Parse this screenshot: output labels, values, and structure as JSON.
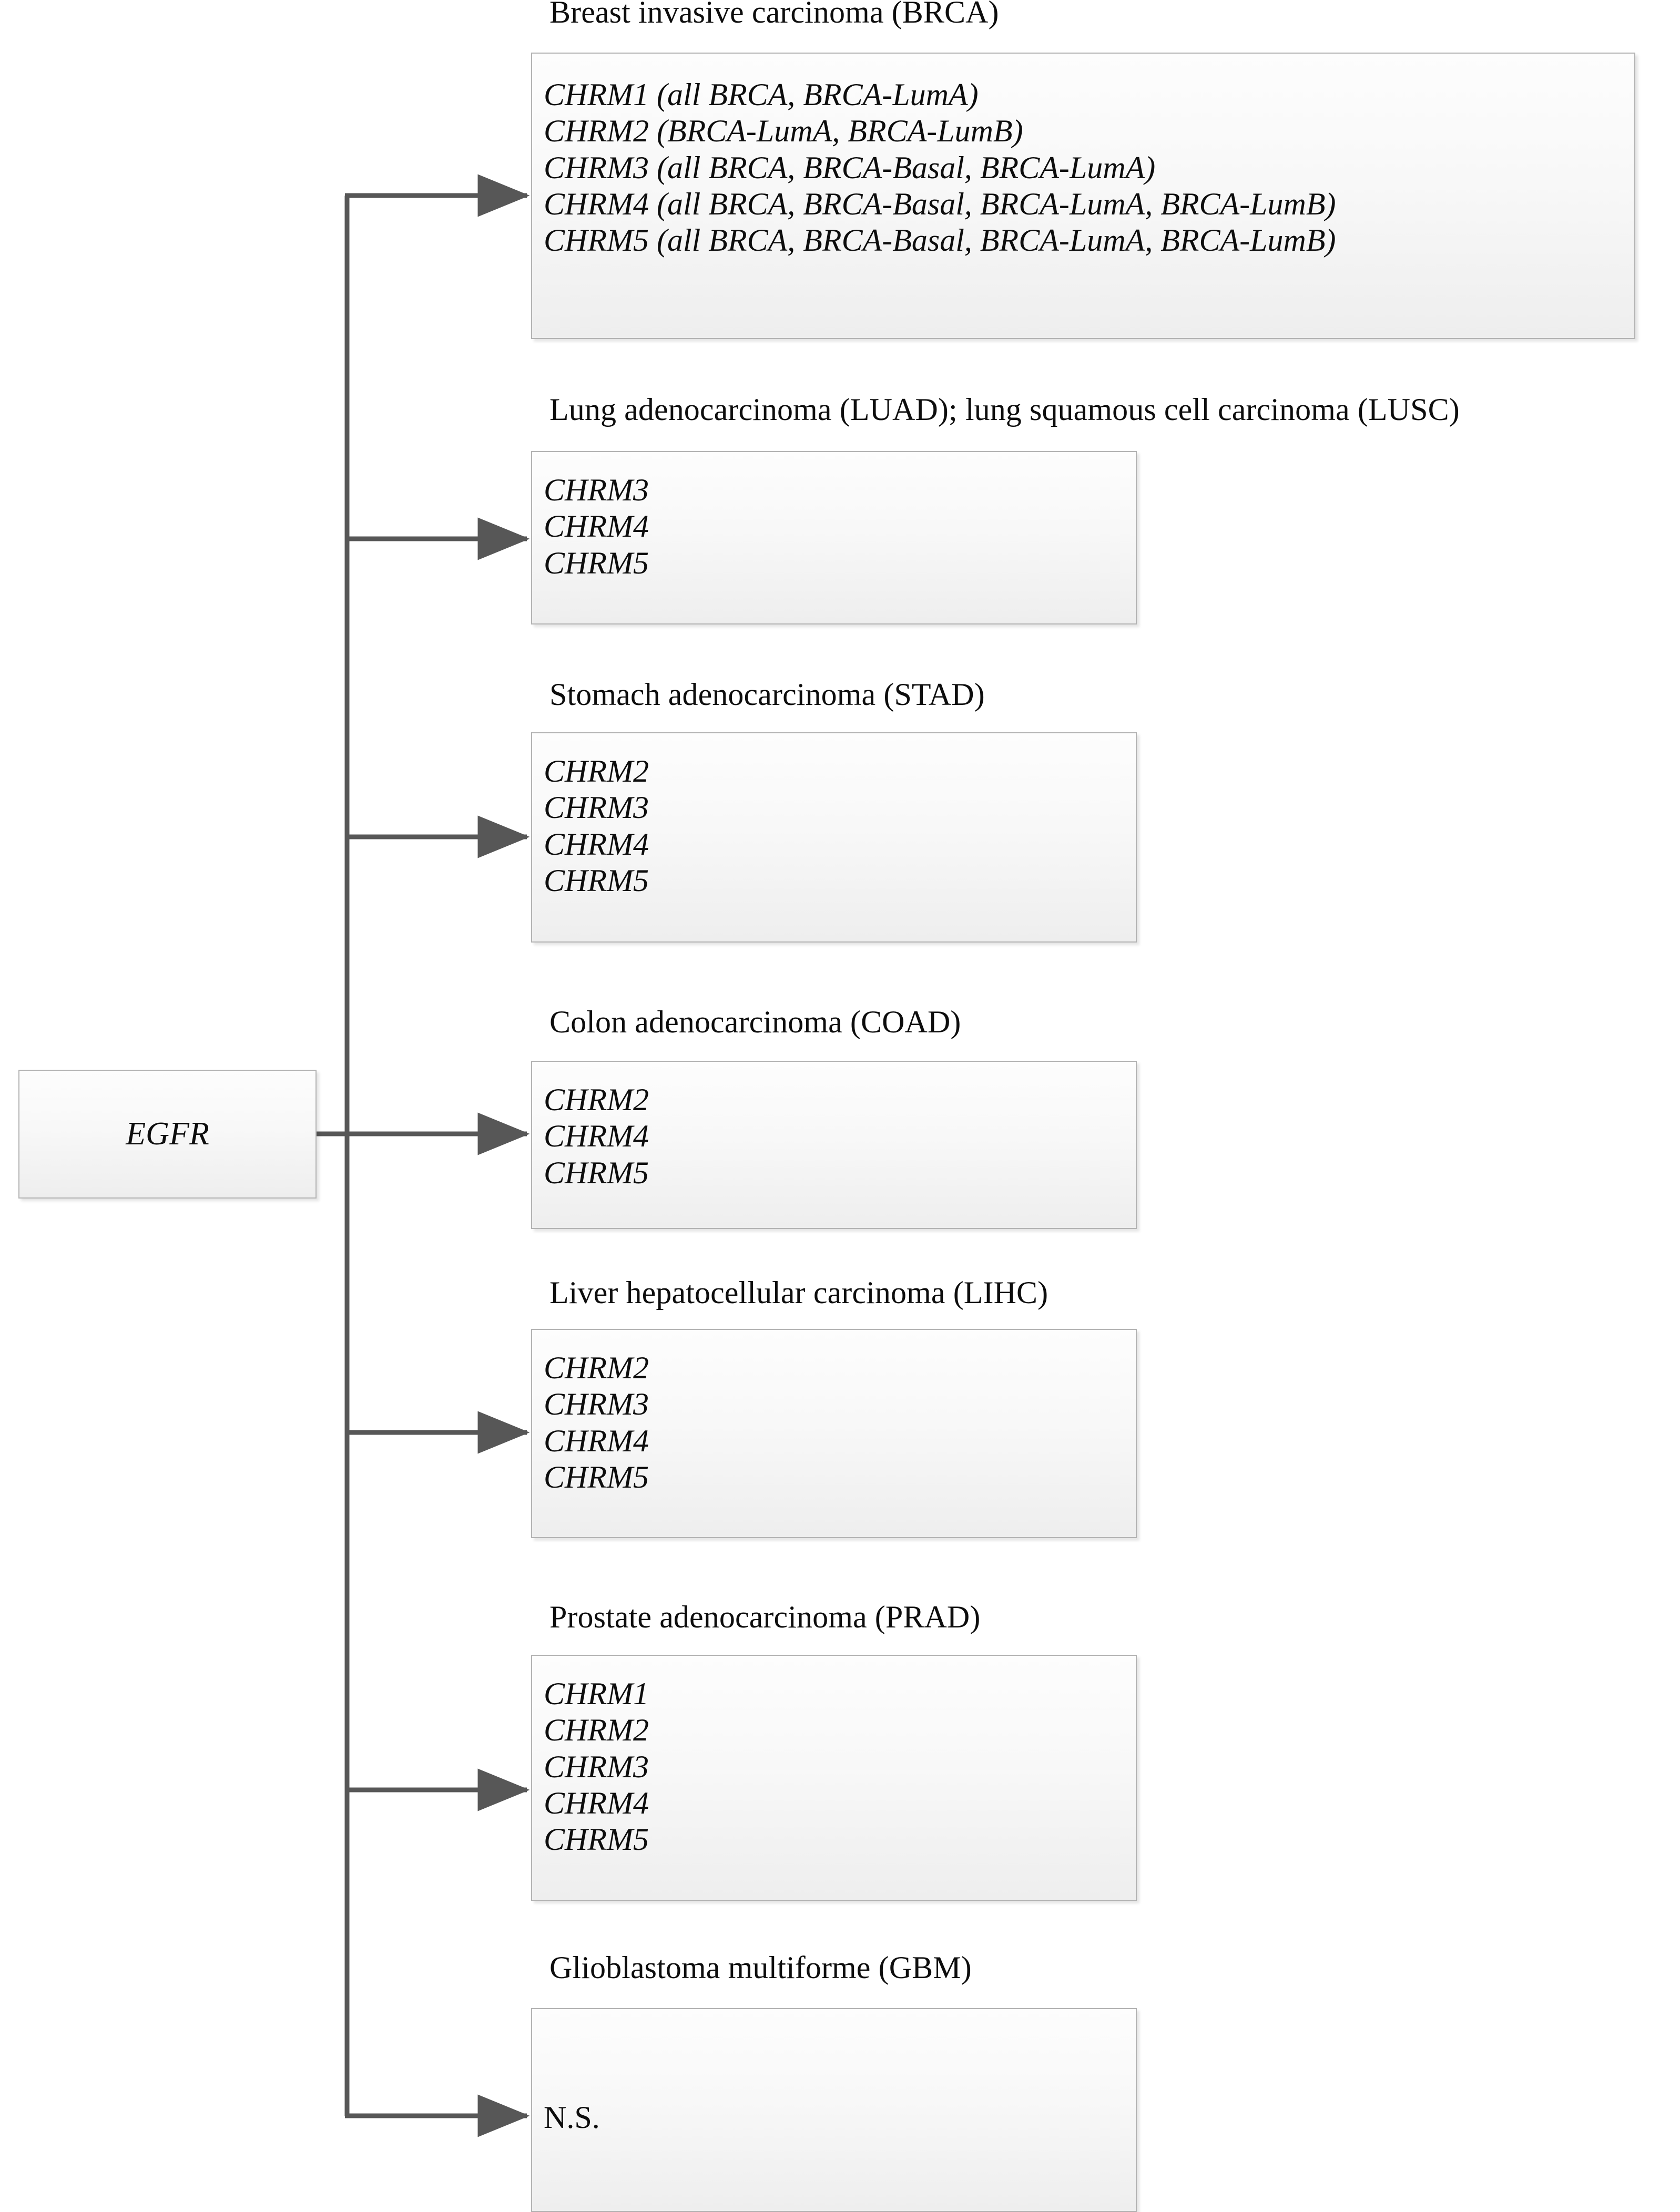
{
  "source_node": {
    "label": "EGFR"
  },
  "branches": [
    {
      "id": "brca",
      "header": "Breast invasive carcinoma (BRCA)",
      "genes": [
        "CHRM1 (all BRCA, BRCA-LumA)",
        "CHRM2 (BRCA-LumA, BRCA-LumB)",
        "CHRM3 (all BRCA, BRCA-Basal, BRCA-LumA)",
        "CHRM4 (all BRCA, BRCA-Basal, BRCA-LumA, BRCA-LumB)",
        "CHRM5 (all BRCA, BRCA-Basal, BRCA-LumA, BRCA-LumB)"
      ]
    },
    {
      "id": "luad-lusc",
      "header": "Lung adenocarcinoma (LUAD); lung squamous cell carcinoma (LUSC)",
      "genes": [
        "CHRM3",
        "CHRM4",
        "CHRM5"
      ]
    },
    {
      "id": "stad",
      "header": "Stomach adenocarcinoma (STAD)",
      "genes": [
        "CHRM2",
        "CHRM3",
        "CHRM4",
        "CHRM5"
      ]
    },
    {
      "id": "coad",
      "header": "Colon adenocarcinoma (COAD)",
      "genes": [
        "CHRM2",
        "CHRM4",
        "CHRM5"
      ]
    },
    {
      "id": "lihc",
      "header": "Liver hepatocellular carcinoma (LIHC)",
      "genes": [
        "CHRM2",
        "CHRM3",
        "CHRM4",
        "CHRM5"
      ]
    },
    {
      "id": "prad",
      "header": "Prostate adenocarcinoma (PRAD)",
      "genes": [
        "CHRM1",
        "CHRM2",
        "CHRM3",
        "CHRM4",
        "CHRM5"
      ]
    },
    {
      "id": "gbm",
      "header": "Glioblastoma multiforme (GBM)",
      "genes": [
        "N.S."
      ]
    }
  ],
  "colors": {
    "connector": "#575757",
    "box_border": "#b3b3b3",
    "text": "#0d0d0d",
    "background": "#ffffff"
  }
}
